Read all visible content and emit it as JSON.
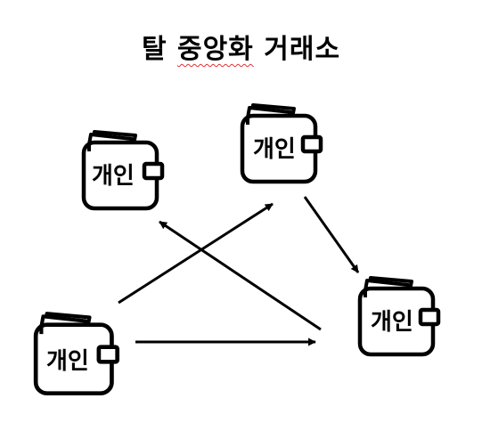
{
  "title_pre": "탈 ",
  "title_underlined": "중앙화",
  "title_post": " 거래소",
  "wallets": [
    {
      "label": "개인"
    },
    {
      "label": "개인"
    },
    {
      "label": "개인"
    },
    {
      "label": "개인"
    }
  ],
  "colors": {
    "stroke": "#000000",
    "spellcheck_underline": "#e03030"
  },
  "icons": [
    "wallet-icon",
    "arrow-icon"
  ]
}
